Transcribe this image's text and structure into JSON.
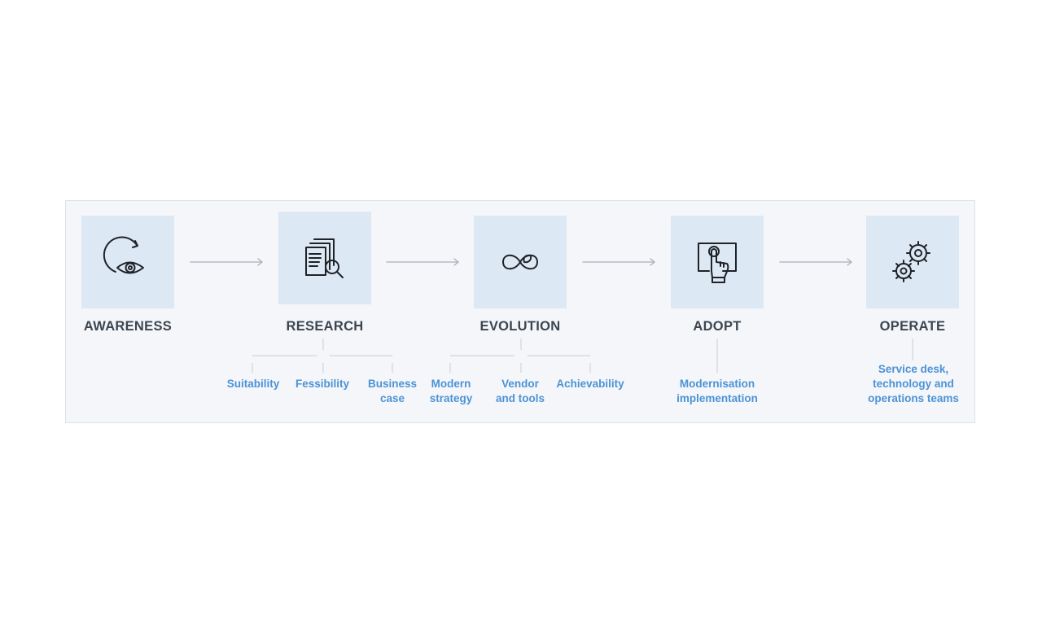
{
  "stages": [
    {
      "key": "awareness",
      "title": "AWARENESS",
      "icon": "eye-refresh-icon",
      "subs": []
    },
    {
      "key": "research",
      "title": "RESEARCH",
      "icon": "document-search-icon",
      "subs": [
        "Suitability",
        "Fessibility",
        "Business\ncase"
      ]
    },
    {
      "key": "evolution",
      "title": "EVOLUTION",
      "icon": "infinity-leaf-icon",
      "subs": [
        "Modern\nstrategy",
        "Vendor\nand tools",
        "Achievability"
      ]
    },
    {
      "key": "adopt",
      "title": "ADOPT",
      "icon": "touch-screen-icon",
      "subs": [
        "Modernisation\nimplementation"
      ]
    },
    {
      "key": "operate",
      "title": "OPERATE",
      "icon": "gears-icon",
      "subs": [
        "Service desk,\ntechnology and\noperations teams"
      ]
    }
  ],
  "colors": {
    "box": "#dde8f5",
    "title": "#3c4650",
    "sub_label": "#4c93d6",
    "panel": "#f4f6f9"
  }
}
